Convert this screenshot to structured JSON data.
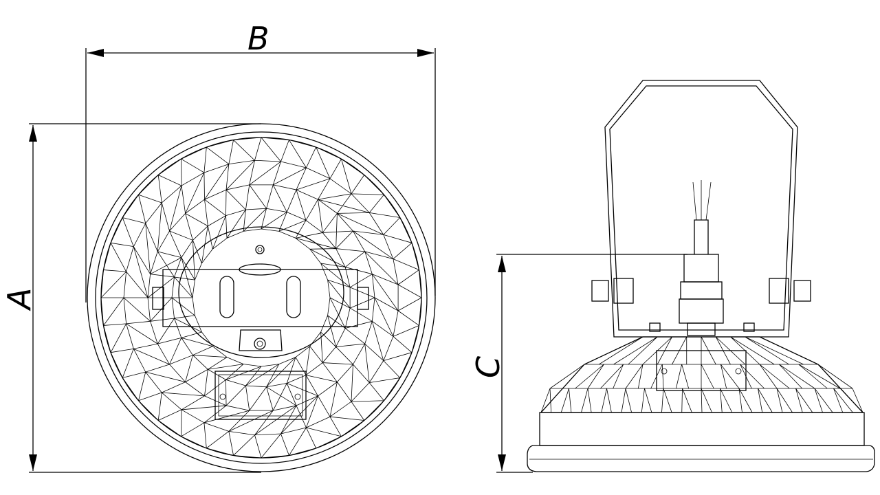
{
  "dimensions": {
    "width_label": "B",
    "height_label": "A",
    "side_height_label": "C"
  }
}
